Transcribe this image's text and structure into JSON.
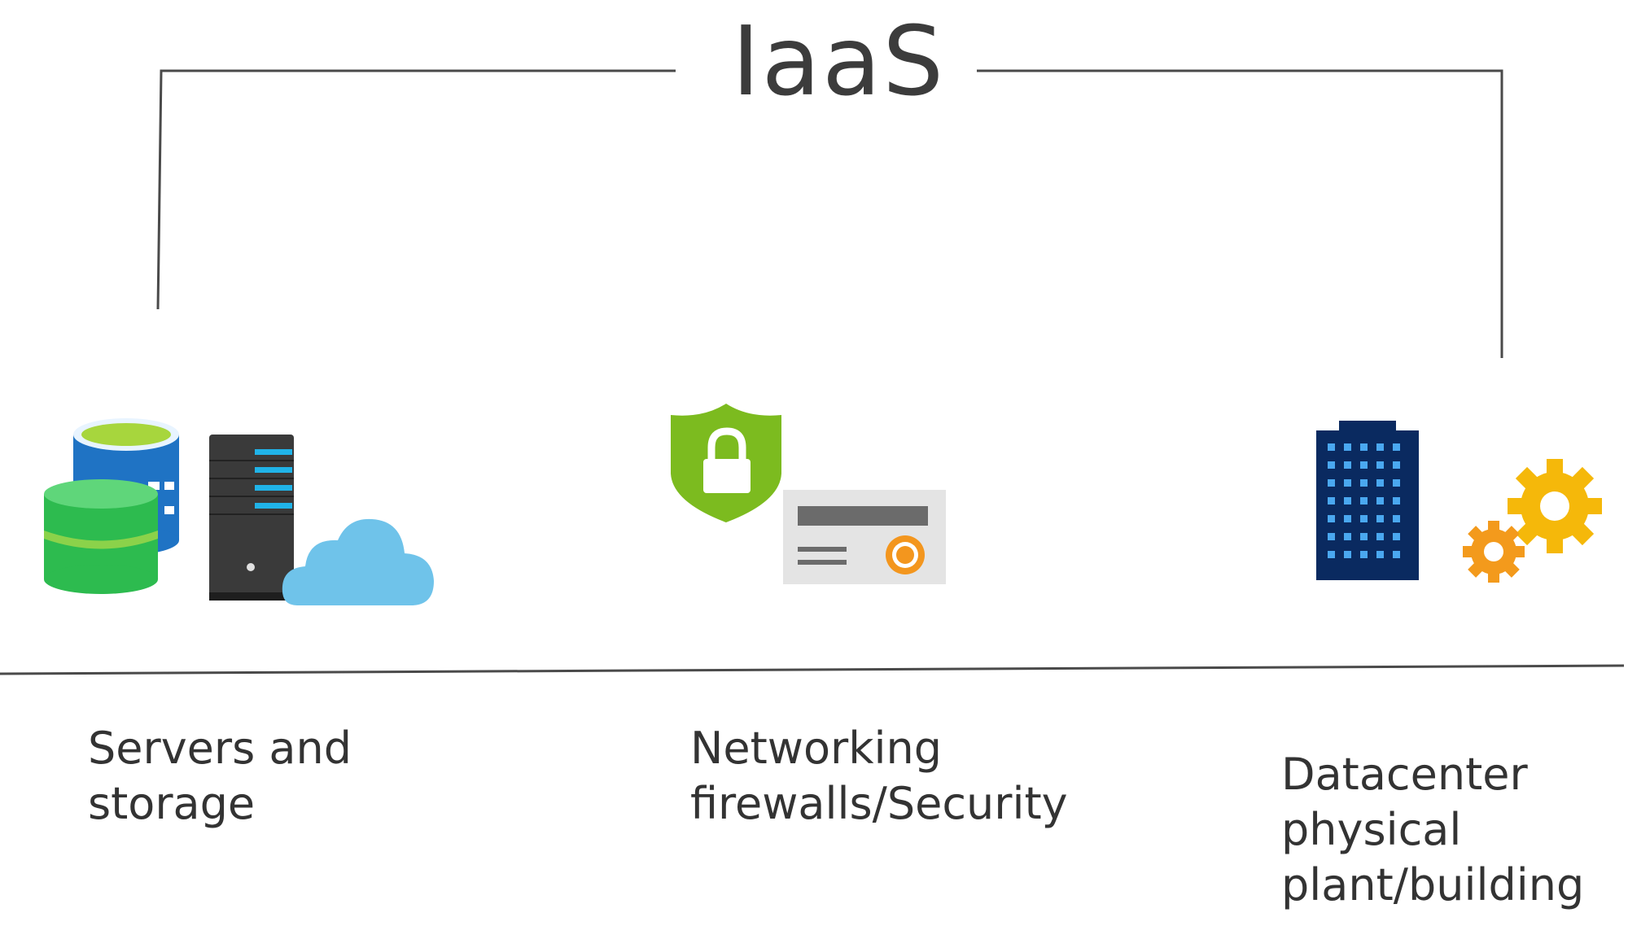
{
  "title": "IaaS",
  "columns": [
    {
      "id": "servers-storage",
      "lines": [
        "Servers and",
        "storage"
      ],
      "icons": [
        "database-icon",
        "server-tower-icon",
        "cloud-icon"
      ]
    },
    {
      "id": "networking-security",
      "lines": [
        "Networking",
        "firewalls/Security"
      ],
      "icons": [
        "shield-lock-icon",
        "certificate-card-icon"
      ]
    },
    {
      "id": "datacenter",
      "lines": [
        "Datacenter",
        "physical",
        "plant/building"
      ],
      "icons": [
        "building-icon",
        "gears-icon"
      ]
    }
  ],
  "colors": {
    "line": "#4a4a4a",
    "text": "#333333",
    "database_blue": "#1f73c4",
    "database_green": "#2dbb4f",
    "database_lime": "#a7d63d",
    "server_dark": "#3a3a3a",
    "server_accent": "#20b3e8",
    "cloud": "#6fc3ea",
    "shield_green": "#7cbb1f",
    "card_gray": "#e4e4e4",
    "card_orange": "#f3961e",
    "building_navy": "#0a2a60",
    "building_window": "#4aa8f0",
    "gear_yellow": "#f5b80a",
    "gear_orange": "#f39a1c"
  }
}
